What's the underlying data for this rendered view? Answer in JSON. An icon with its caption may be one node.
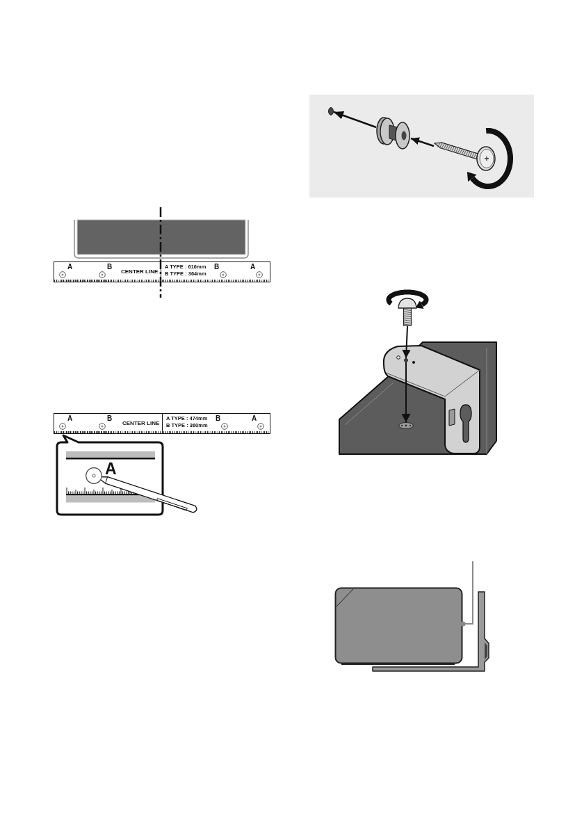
{
  "diagram": {
    "nodes": [
      {
        "text": [],
        "shape": "circle"
      },
      {
        "text": [],
        "shape": "picture"
      },
      {
        "text": [],
        "shape": "picture"
      },
      {
        "text": [],
        "shape": "picture"
      },
      {
        "text": [],
        "shape": "circle"
      },
      {
        "text": [],
        "shape": "picture"
      },
      {
        "text": [],
        "shape": "picture"
      }
    ],
    "edges": [
      {
        "from": 1,
        "to": 0,
        "arrow": "to"
      },
      {
        "from": 2,
        "to": 1,
        "arrow": "to"
      },
      {
        "from": 3,
        "to": 4,
        "arrow": "to"
      },
      {
        "from": 4,
        "to": 5,
        "arrow": "to"
      },
      {
        "from": null,
        "to": 6,
        "arrow": "other",
        "color": "#8a8a8a"
      }
    ],
    "labels": [
      "A",
      "B",
      "CENTER LINE",
      "A TYPE : 616mm",
      "B TYPE : 364mm",
      "B",
      "A",
      "A",
      "B",
      "CENTER LINE",
      "A TYPE : 474mm",
      "B TYPE : 360mm",
      "B",
      "A",
      "A"
    ]
  }
}
